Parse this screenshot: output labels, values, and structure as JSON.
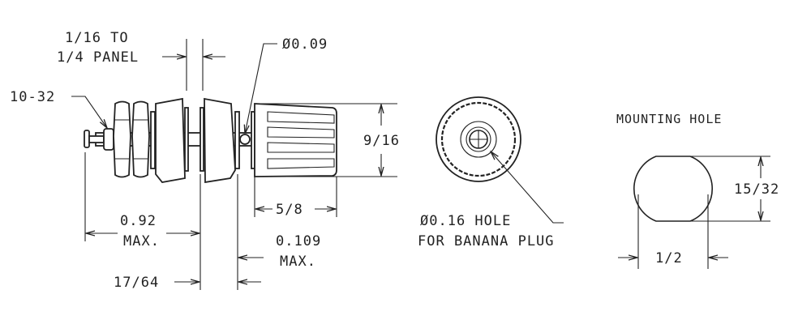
{
  "side_view": {
    "panel_label_line1": "1/16 TO",
    "panel_label_line2": "1/4 PANEL",
    "pin_hole_label": "Ø0.09",
    "thread_label": "10-32",
    "knob_diameter_label": "9/16",
    "knob_length_label": "5/8",
    "overall_length_label": "0.92",
    "overall_length_suffix": "MAX.",
    "gap_label": "0.109",
    "gap_suffix": "MAX.",
    "insulator_label": "17/64"
  },
  "front_view": {
    "hole_label_line1": "Ø0.16 HOLE",
    "hole_label_line2": "FOR BANANA PLUG"
  },
  "mounting_hole": {
    "title": "MOUNTING HOLE",
    "height_label": "15/32",
    "width_label": "1/2"
  }
}
